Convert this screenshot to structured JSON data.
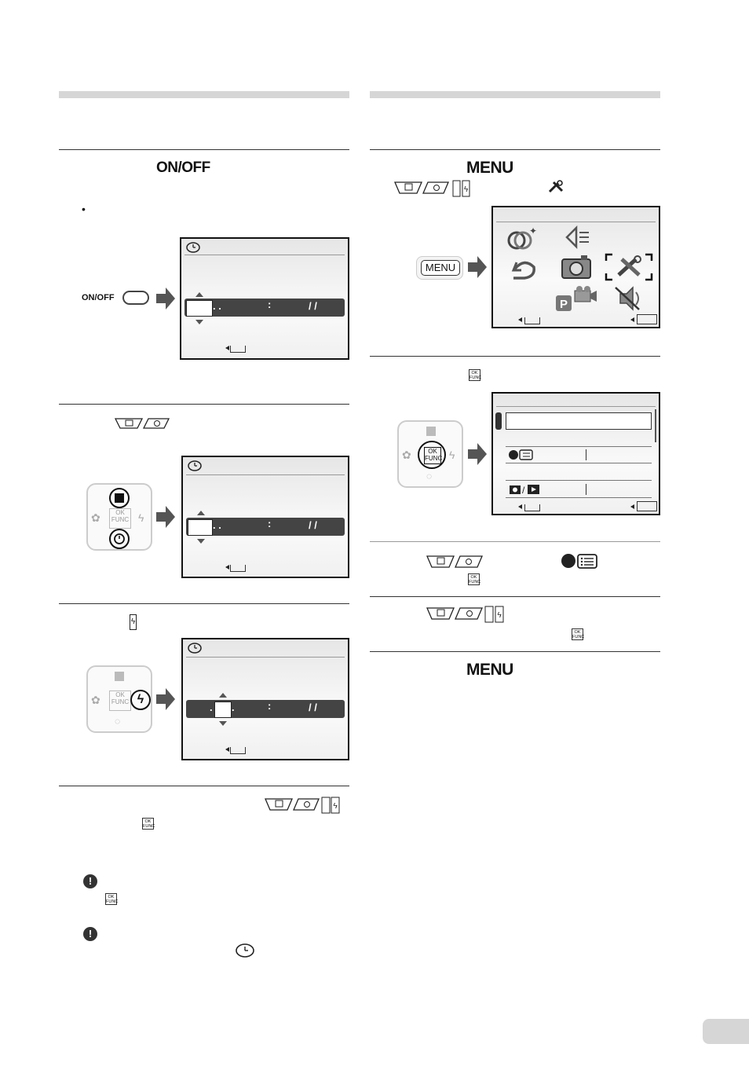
{
  "left": {
    "step1_button": "ON/OFF",
    "bullet": "•",
    "onoff_side_label": "ON/OFF",
    "date_dots": ". .",
    "time_colon": ":",
    "date_slashes": "/  /"
  },
  "right": {
    "menu_label_1": "MENU",
    "menu_button_label": "MENU",
    "menu_label_2": "MENU"
  },
  "keys": {
    "ok": "OK",
    "func": "FUNC"
  },
  "caution_mark": "!",
  "page_tab": ""
}
